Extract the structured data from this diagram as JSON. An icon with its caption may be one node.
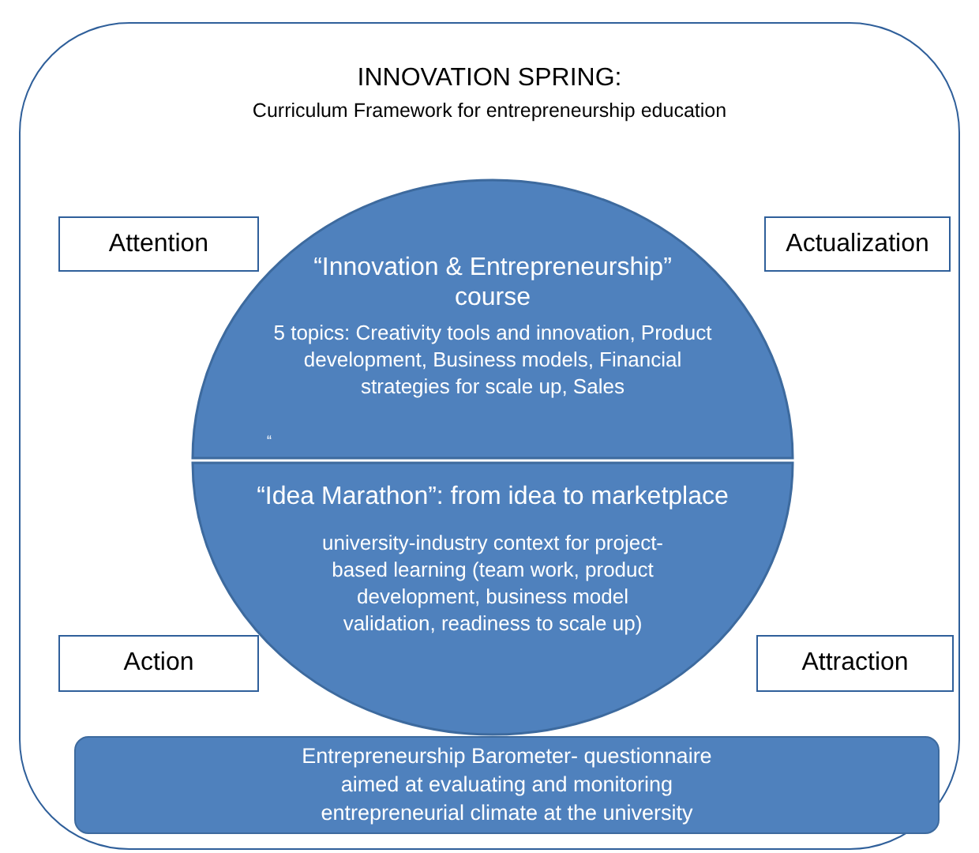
{
  "diagram": {
    "nodes": [
      {
        "text": [
          "INNOVATION SPRING:",
          "Curriculum Framework for entrepreneurship education"
        ]
      },
      {
        "text": [
          "“Innovation & Entrepreneurship” course",
          "5 topics: Creativity tools and innovation, Product development, Business models, Financial strategies for scale up, Sales",
          "“"
        ],
        "in": 0
      },
      {
        "text": [
          "“Idea Marathon”: from idea to marketplace",
          "university-industry context for project-based learning (team work, product  development,  business model validation, readiness to scale up)"
        ],
        "in": 0
      },
      {
        "text": [
          "Attention"
        ],
        "in": 0
      },
      {
        "text": [
          "Actualization"
        ],
        "in": 0
      },
      {
        "text": [
          "Action"
        ],
        "in": 0
      },
      {
        "text": [
          "Attraction"
        ],
        "in": 0
      },
      {
        "text": [
          "Entrepreneurship Barometer- questionnaire aimed at evaluating and monitoring entrepreneurial climate at the university"
        ],
        "in": 0
      }
    ],
    "edges": []
  }
}
